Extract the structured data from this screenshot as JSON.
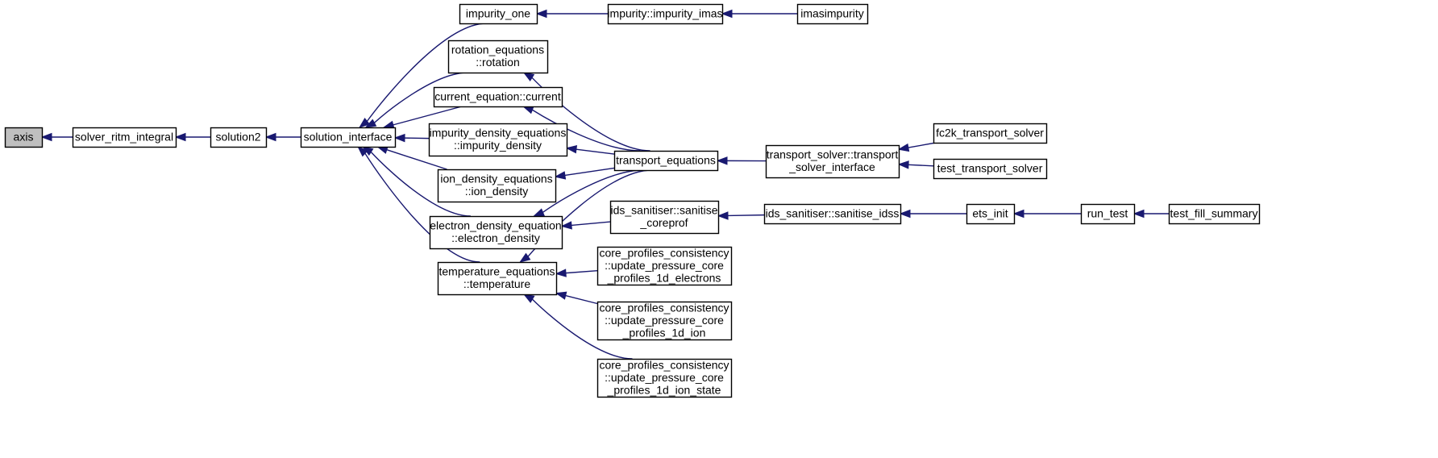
{
  "diagram": {
    "nodes": [
      {
        "id": "axis",
        "lines": [
          "axis"
        ],
        "root": true
      },
      {
        "id": "solver_ritm_integral",
        "lines": [
          "solver_ritm_integral"
        ]
      },
      {
        "id": "solution2",
        "lines": [
          "solution2"
        ]
      },
      {
        "id": "solution_interface",
        "lines": [
          "solution_interface"
        ]
      },
      {
        "id": "impurity_one",
        "lines": [
          "impurity_one"
        ]
      },
      {
        "id": "impurity_imas",
        "lines": [
          "impurity::impurity_imas"
        ]
      },
      {
        "id": "imasimpurity",
        "lines": [
          "imasimpurity"
        ]
      },
      {
        "id": "rotation",
        "lines": [
          "rotation_equations",
          "::rotation"
        ]
      },
      {
        "id": "current",
        "lines": [
          "current_equation::current"
        ]
      },
      {
        "id": "impurity_density",
        "lines": [
          "impurity_density_equations",
          "::impurity_density"
        ]
      },
      {
        "id": "ion_density",
        "lines": [
          "ion_density_equations",
          "::ion_density"
        ]
      },
      {
        "id": "electron_density",
        "lines": [
          "electron_density_equation",
          "::electron_density"
        ]
      },
      {
        "id": "temperature",
        "lines": [
          "temperature_equations",
          "::temperature"
        ]
      },
      {
        "id": "transport_equations",
        "lines": [
          "transport_equations"
        ]
      },
      {
        "id": "transport_solver_interface",
        "lines": [
          "transport_solver::transport",
          "_solver_interface"
        ]
      },
      {
        "id": "fc2k_transport_solver",
        "lines": [
          "fc2k_transport_solver"
        ]
      },
      {
        "id": "test_transport_solver",
        "lines": [
          "test_transport_solver"
        ]
      },
      {
        "id": "sanitise_coreprof",
        "lines": [
          "ids_sanitiser::sanitise",
          "_coreprof"
        ]
      },
      {
        "id": "sanitise_idss",
        "lines": [
          "ids_sanitiser::sanitise_idss"
        ]
      },
      {
        "id": "ets_init",
        "lines": [
          "ets_init"
        ]
      },
      {
        "id": "run_test",
        "lines": [
          "run_test"
        ]
      },
      {
        "id": "test_fill_summary",
        "lines": [
          "test_fill_summary"
        ]
      },
      {
        "id": "upc_electrons",
        "lines": [
          "core_profiles_consistency",
          "::update_pressure_core",
          "_profiles_1d_electrons"
        ]
      },
      {
        "id": "upc_ion",
        "lines": [
          "core_profiles_consistency",
          "::update_pressure_core",
          "_profiles_1d_ion"
        ]
      },
      {
        "id": "upc_ion_state",
        "lines": [
          "core_profiles_consistency",
          "::update_pressure_core",
          "_profiles_1d_ion_state"
        ]
      }
    ],
    "edges": [
      {
        "from": "solver_ritm_integral",
        "to": "axis"
      },
      {
        "from": "solution2",
        "to": "solver_ritm_integral"
      },
      {
        "from": "solution_interface",
        "to": "solution2"
      },
      {
        "from": "impurity_one",
        "to": "solution_interface"
      },
      {
        "from": "rotation",
        "to": "solution_interface"
      },
      {
        "from": "current",
        "to": "solution_interface"
      },
      {
        "from": "impurity_density",
        "to": "solution_interface"
      },
      {
        "from": "ion_density",
        "to": "solution_interface"
      },
      {
        "from": "electron_density",
        "to": "solution_interface"
      },
      {
        "from": "temperature",
        "to": "solution_interface"
      },
      {
        "from": "impurity_imas",
        "to": "impurity_one"
      },
      {
        "from": "imasimpurity",
        "to": "impurity_imas"
      },
      {
        "from": "transport_equations",
        "to": "rotation"
      },
      {
        "from": "transport_equations",
        "to": "current"
      },
      {
        "from": "transport_equations",
        "to": "impurity_density"
      },
      {
        "from": "transport_equations",
        "to": "ion_density"
      },
      {
        "from": "transport_equations",
        "to": "electron_density"
      },
      {
        "from": "transport_equations",
        "to": "temperature"
      },
      {
        "from": "sanitise_coreprof",
        "to": "electron_density"
      },
      {
        "from": "upc_electrons",
        "to": "temperature"
      },
      {
        "from": "upc_ion",
        "to": "temperature"
      },
      {
        "from": "upc_ion_state",
        "to": "temperature"
      },
      {
        "from": "transport_solver_interface",
        "to": "transport_equations"
      },
      {
        "from": "fc2k_transport_solver",
        "to": "transport_solver_interface"
      },
      {
        "from": "test_transport_solver",
        "to": "transport_solver_interface"
      },
      {
        "from": "sanitise_idss",
        "to": "sanitise_coreprof"
      },
      {
        "from": "ets_init",
        "to": "sanitise_idss"
      },
      {
        "from": "run_test",
        "to": "ets_init"
      },
      {
        "from": "test_fill_summary",
        "to": "run_test"
      }
    ]
  }
}
